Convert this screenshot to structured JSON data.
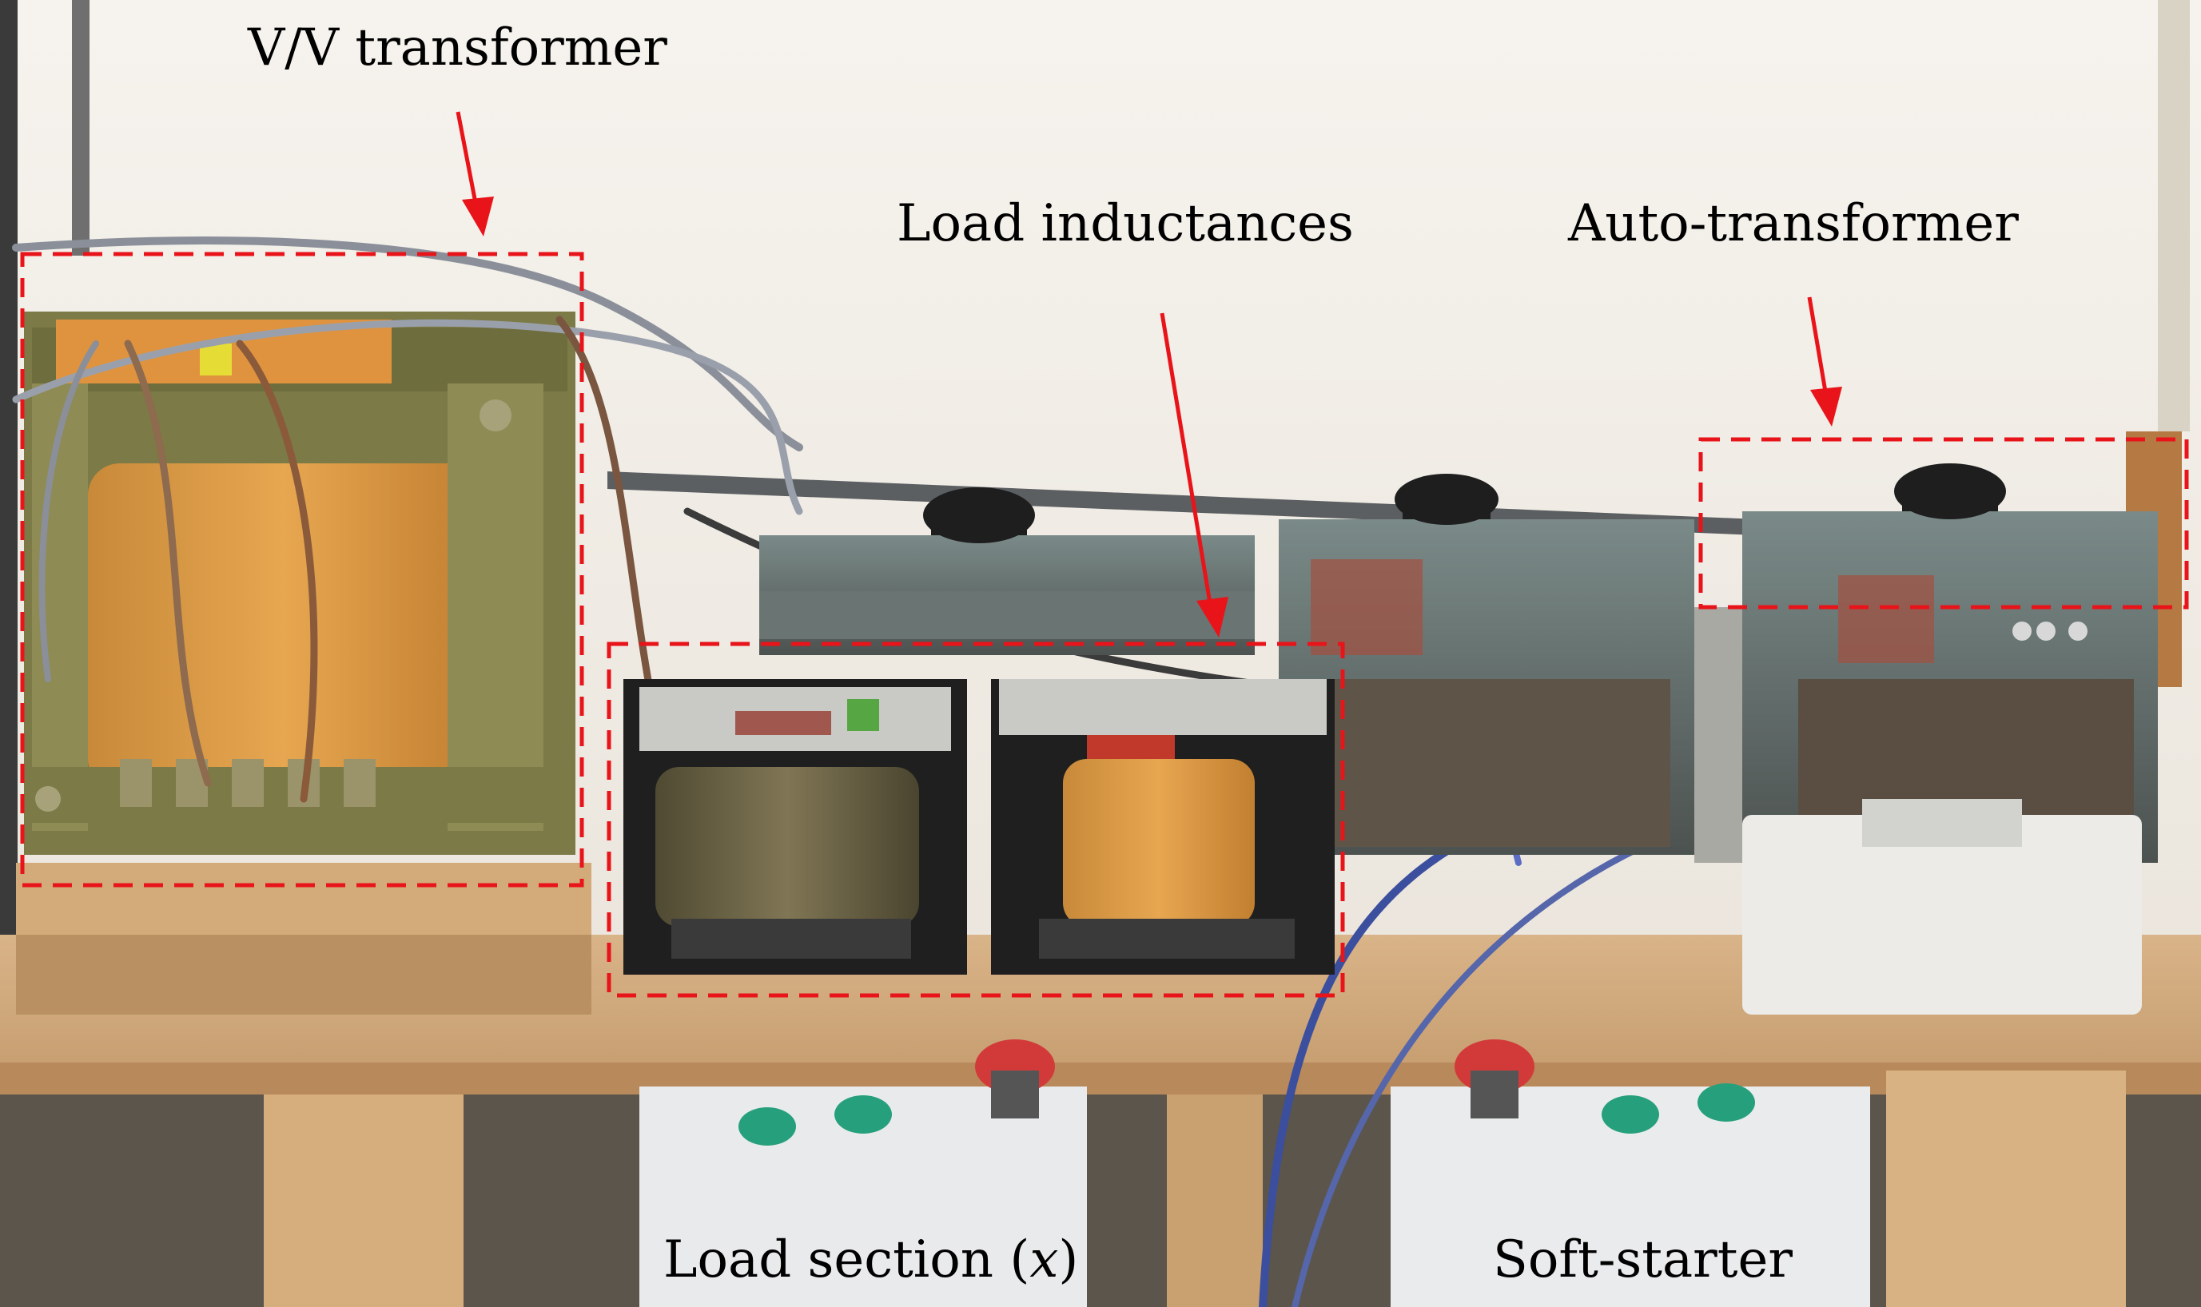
{
  "figure": {
    "labels": {
      "vv_transformer": "V/V transformer",
      "load_inductances": "Load inductances",
      "auto_transformer": "Auto-transformer",
      "load_section_prefix": "Load section (",
      "load_section_var": "x",
      "load_section_suffix": ")",
      "soft_starter": "Soft-starter"
    },
    "colors": {
      "annotation": "#e8141a",
      "label_text": "#000000"
    }
  }
}
